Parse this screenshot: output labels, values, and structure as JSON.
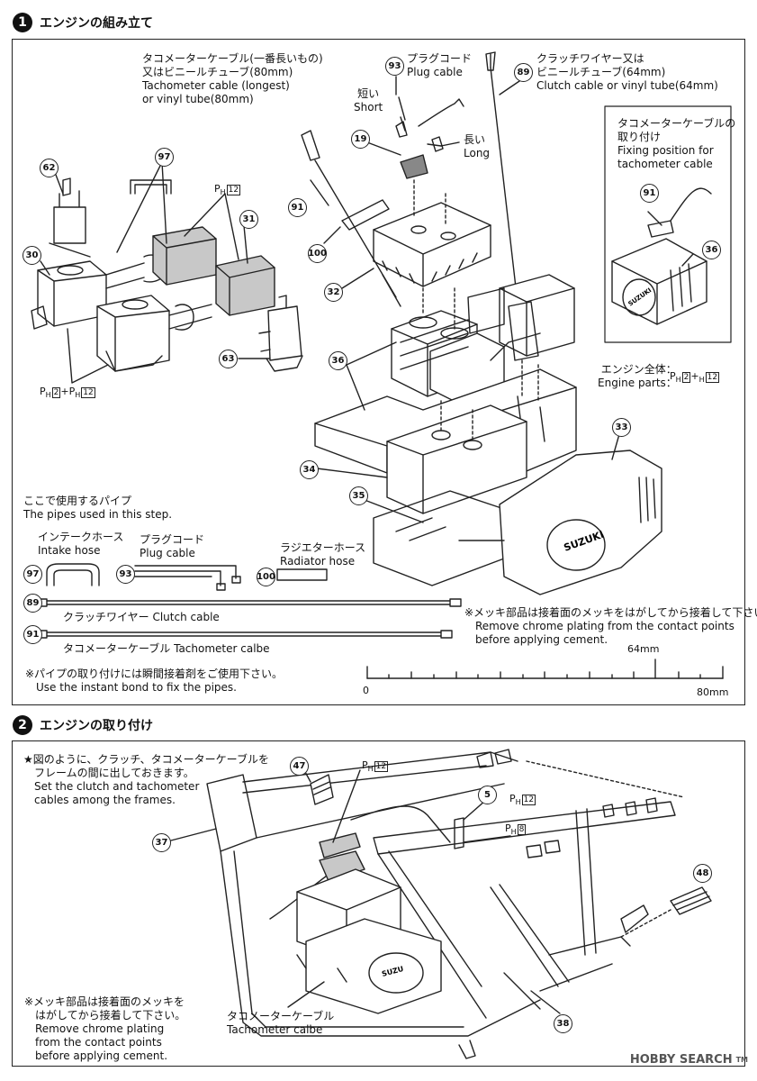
{
  "step1": {
    "number": "1",
    "title": "エンジンの組み立て",
    "labels": {
      "tacho_cable_jp1": "タコメーターケーブル(一番長いもの)",
      "tacho_cable_jp2": "又はビニールチューブ(80mm)",
      "tacho_cable_en1": "Tachometer cable (longest)",
      "tacho_cable_en2": "or vinyl tube(80mm)",
      "plug_cord_jp": "プラグコード",
      "plug_cord_en": "Plug cable",
      "short_jp": "短い",
      "short_en": "Short",
      "long_jp": "長い",
      "long_en": "Long",
      "clutch_jp1": "クラッチワイヤー又は",
      "clutch_jp2": "ビニールチューブ(64mm)",
      "clutch_en": "Clutch cable or vinyl tube(64mm)",
      "fix_jp1": "タコメーターケーブルの",
      "fix_jp2": "取り付け",
      "fix_en1": "Fixing position for",
      "fix_en2": "tachometer cable",
      "engine_parts_jp": "エンジン全体：",
      "engine_parts_en": "Engine parts：",
      "pipes_jp": "ここで使用するパイプ",
      "pipes_en": "The pipes used in this step.",
      "intake_jp": "インテークホース",
      "intake_en": "Intake hose",
      "plug2_jp": "プラグコード",
      "plug2_en": "Plug cable",
      "radiator_jp": "ラジエターホース",
      "radiator_en": "Radiator hose",
      "clutch_cable": "クラッチワイヤー Clutch cable",
      "tacho_calbe": "タコメーターケーブル Tachometer calbe",
      "chrome_jp": "※メッキ部品は接着面のメッキをはがしてから接着して下さい。",
      "chrome_en1": "Remove chrome plating from the contact points",
      "chrome_en2": "before applying cement.",
      "instant_jp": "※パイプの取り付けには瞬間接着剤をご使用下さい。",
      "instant_en": "Use the instant bond to fix the pipes.",
      "ph2_ph12": "+",
      "suzuki": "SUZUKI"
    },
    "scale": {
      "mark_64": "64mm",
      "zero": "0",
      "end": "80mm"
    },
    "callouts": [
      "62",
      "97",
      "30",
      "31",
      "63",
      "93",
      "19",
      "91",
      "100",
      "32",
      "89",
      "36",
      "33",
      "34",
      "35",
      "97",
      "93",
      "100",
      "89",
      "91",
      "91",
      "36"
    ],
    "ph_boxes": [
      "12",
      "2",
      "12",
      "2",
      "12"
    ]
  },
  "step2": {
    "number": "2",
    "title": "エンジンの取り付け",
    "labels": {
      "star_jp1": "★図のように、クラッチ、タコメーターケーブルを",
      "star_jp2": "フレームの間に出しておきます。",
      "star_en1": "Set the clutch and tachometer",
      "star_en2": "cables among the frames.",
      "chrome_jp1": "※メッキ部品は接着面のメッキを",
      "chrome_jp2": "はがしてから接着して下さい。",
      "chrome_en1": "Remove chrome plating",
      "chrome_en2": "from the contact points",
      "chrome_en3": "before applying cement.",
      "tacho_jp": "タコメーターケーブル",
      "tacho_en": "Tachometer calbe",
      "suzu": "SUZU"
    },
    "callouts": [
      "47",
      "5",
      "37",
      "48",
      "38"
    ],
    "ph_boxes": [
      "12",
      "12",
      "8"
    ]
  },
  "watermark": {
    "brand": "HOBBY SEARCH",
    "mark": "TM"
  }
}
